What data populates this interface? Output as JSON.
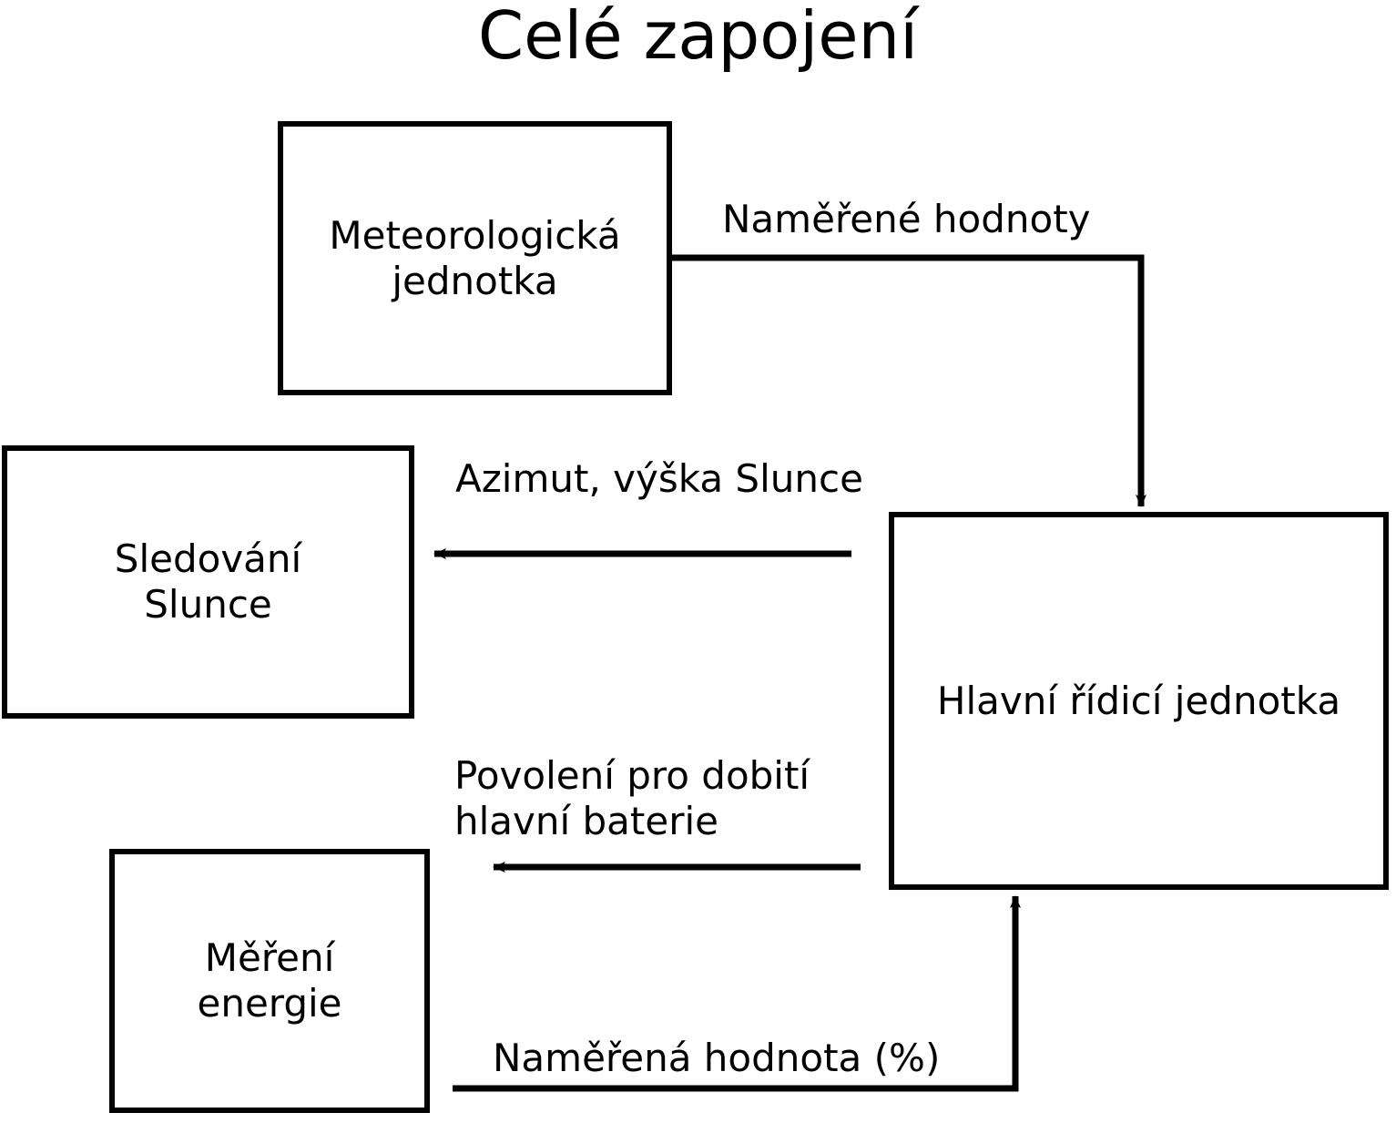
{
  "diagram": {
    "title": "Celé zapojení",
    "type": "block-diagram",
    "language": "cs",
    "colors": {
      "background": "#ffffff",
      "stroke": "#000000",
      "text": "#000000"
    },
    "nodes": [
      {
        "id": "meteo",
        "label": "Meteorologická\njednotka",
        "shape": "rectangle"
      },
      {
        "id": "sun",
        "label": "Sledování\nSlunce",
        "shape": "rectangle"
      },
      {
        "id": "main",
        "label": "Hlavní řídicí jednotka",
        "shape": "rectangle"
      },
      {
        "id": "energy",
        "label": "Měření\nenergie",
        "shape": "rectangle"
      }
    ],
    "edges": [
      {
        "id": "measured-values",
        "from": "meteo",
        "to": "main",
        "label": "Naměřené hodnoty",
        "routing": "orthogonal",
        "arrow": "end"
      },
      {
        "id": "azimuth",
        "from": "main",
        "to": "sun",
        "label": "Azimut, výška Slunce",
        "routing": "straight",
        "arrow": "end"
      },
      {
        "id": "charge-permission",
        "from": "main",
        "to": "energy",
        "label": "Povolení pro dobití\nhlavní baterie",
        "routing": "straight",
        "arrow": "end"
      },
      {
        "id": "measured-percent",
        "from": "energy",
        "to": "main",
        "label": "Naměřená hodnota (%)",
        "routing": "orthogonal",
        "arrow": "end"
      }
    ]
  }
}
